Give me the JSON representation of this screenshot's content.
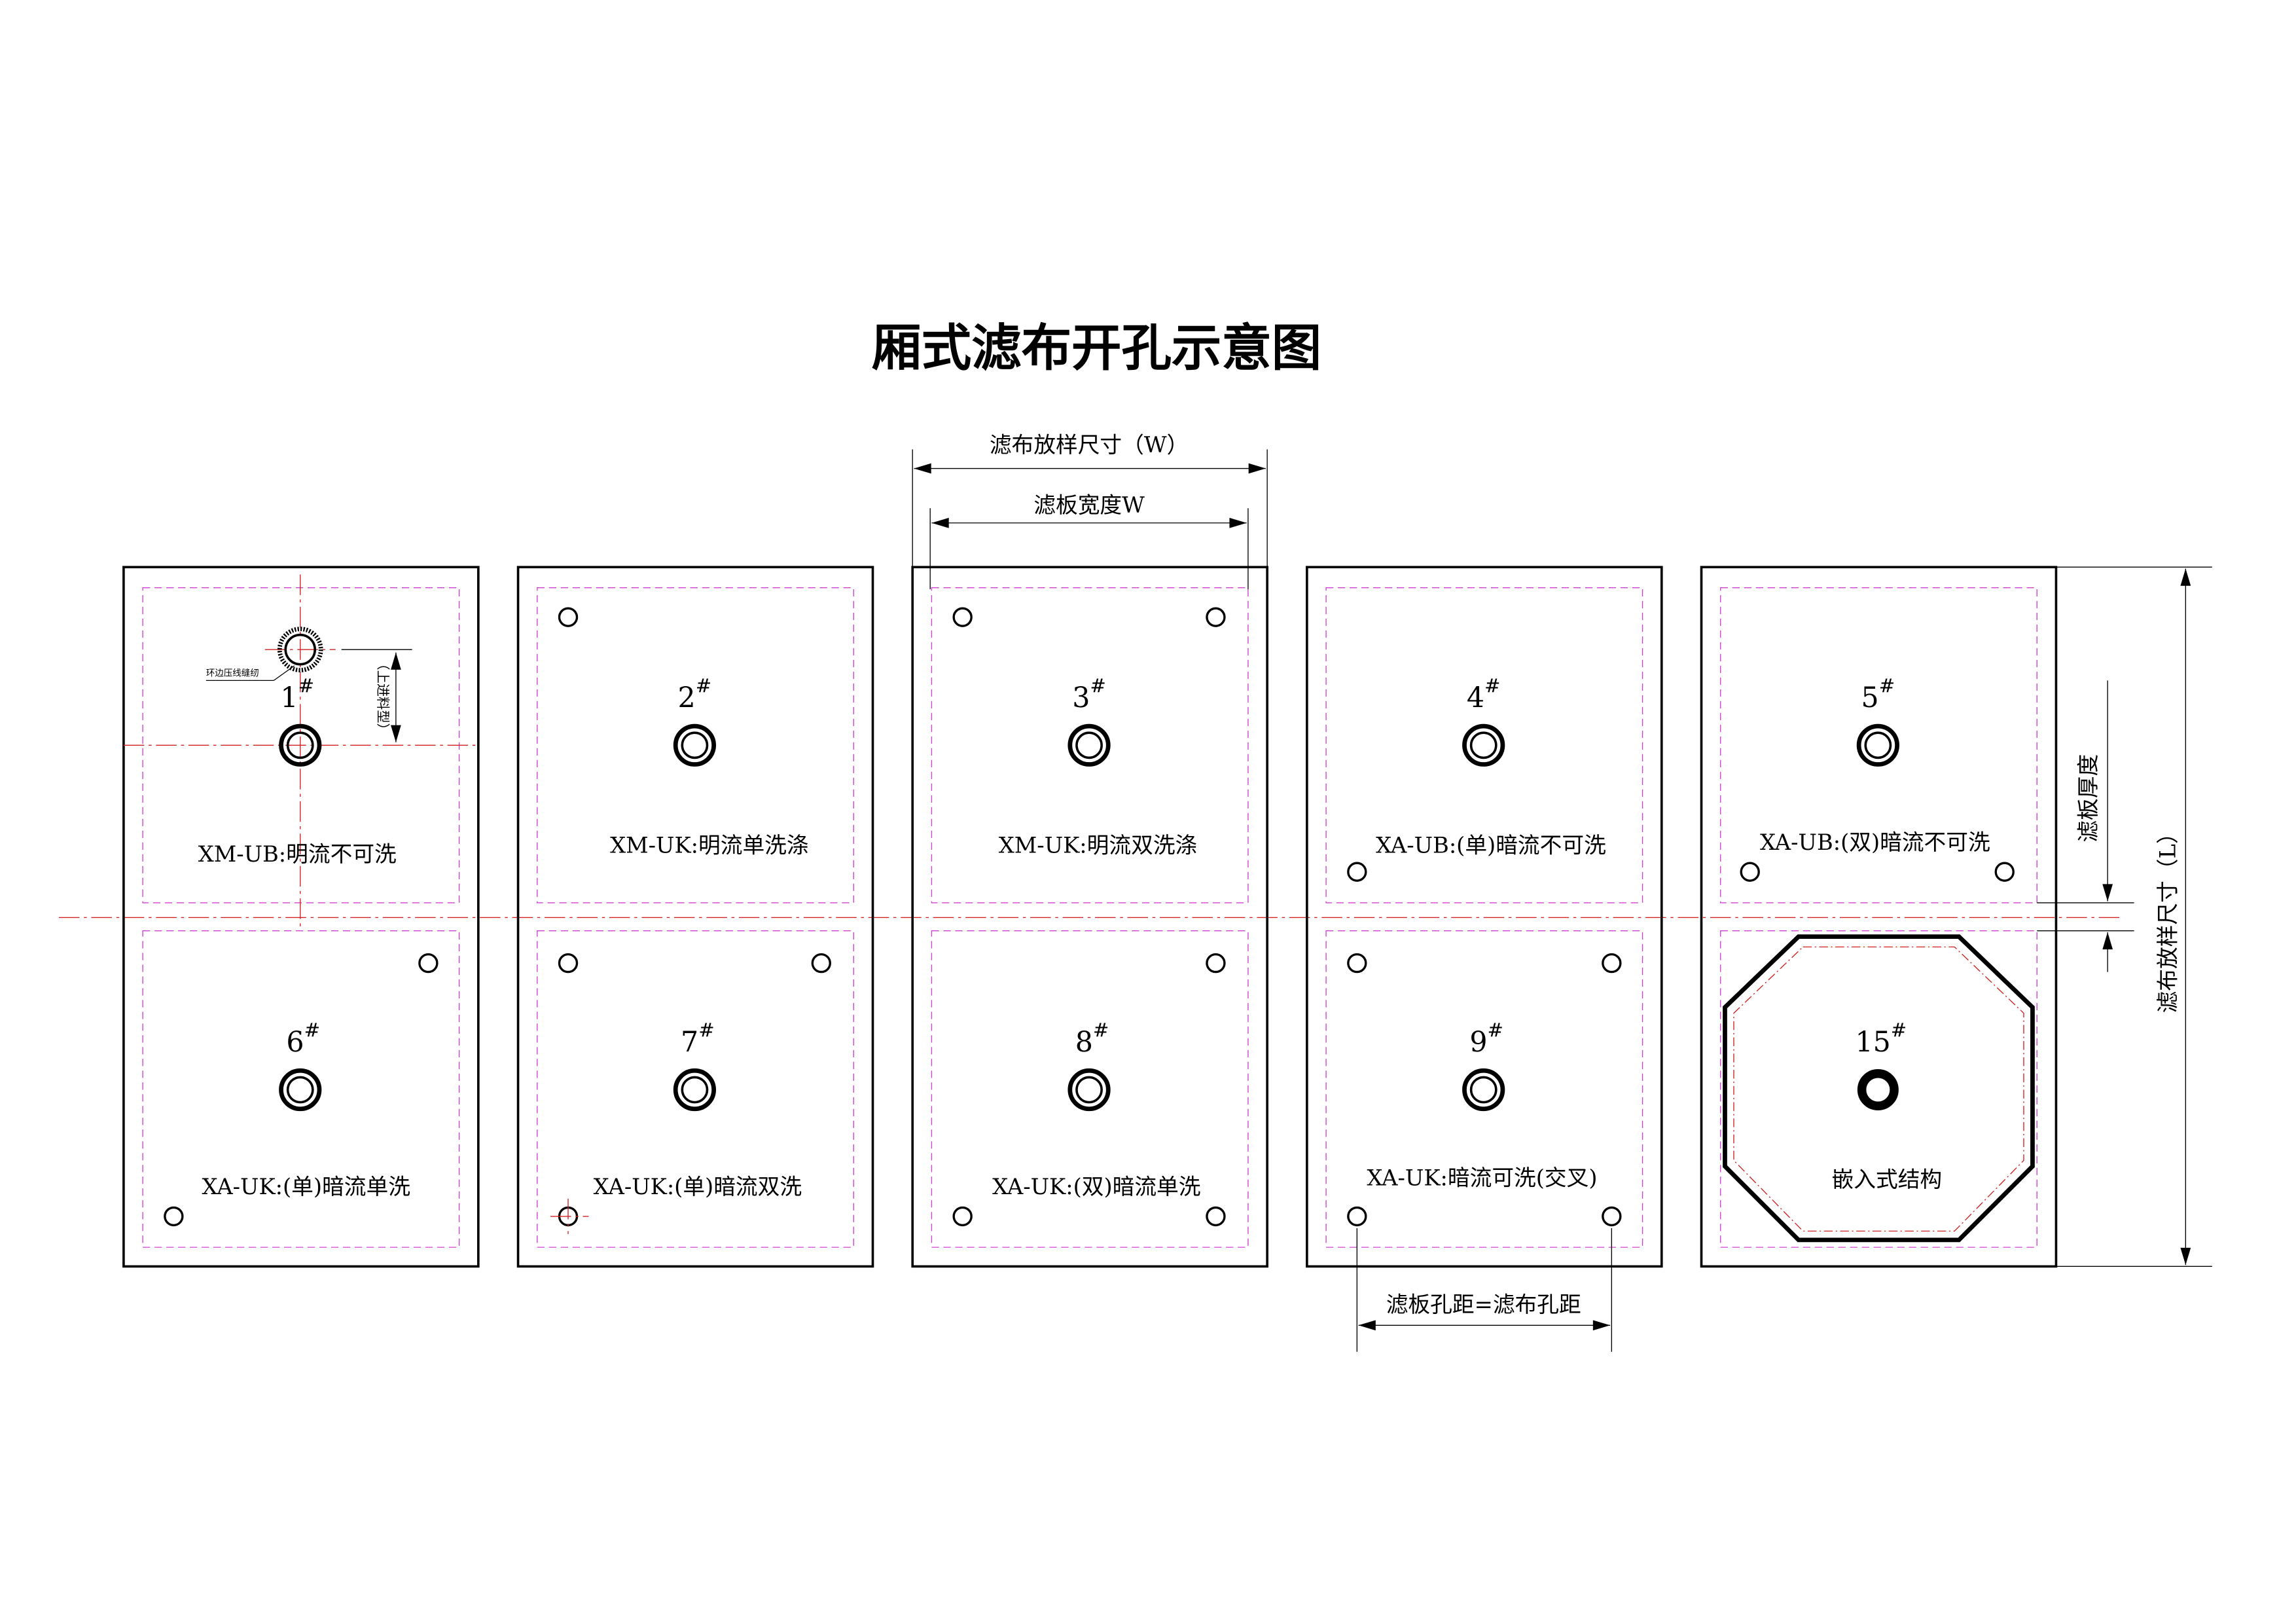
{
  "title": "厢式滤布开孔示意图",
  "dimensions": {
    "cloth_width": "滤布放样尺寸（W）",
    "plate_width": "滤板宽度W",
    "cloth_length": "滤布放样尺寸（L）",
    "plate_thickness": "滤板厚度",
    "hole_pitch": "滤板孔距=滤布孔距"
  },
  "annotations": {
    "edge_stitch": "环边压线缝纫",
    "top_feed": "（上进料型）"
  },
  "hash_mark": "#",
  "panels": [
    {
      "number": "1",
      "label": "XM-UB:明流不可洗"
    },
    {
      "number": "2",
      "label": "XM-UK:明流单洗涤"
    },
    {
      "number": "3",
      "label": "XM-UK:明流双洗涤"
    },
    {
      "number": "4",
      "label": "XA-UB:(单)暗流不可洗"
    },
    {
      "number": "5",
      "label": "XA-UB:(双)暗流不可洗"
    },
    {
      "number": "6",
      "label": "XA-UK:(单)暗流单洗"
    },
    {
      "number": "7",
      "label": "XA-UK:(单)暗流双洗"
    },
    {
      "number": "8",
      "label": "XA-UK:(双)暗流单洗"
    },
    {
      "number": "9",
      "label": "XA-UK:暗流可洗(交叉)"
    },
    {
      "number": "15",
      "label": "嵌入式结构"
    }
  ],
  "colors": {
    "outline": "#000000",
    "dashed_inner": "#d040d0",
    "centerline": "#d02020"
  }
}
